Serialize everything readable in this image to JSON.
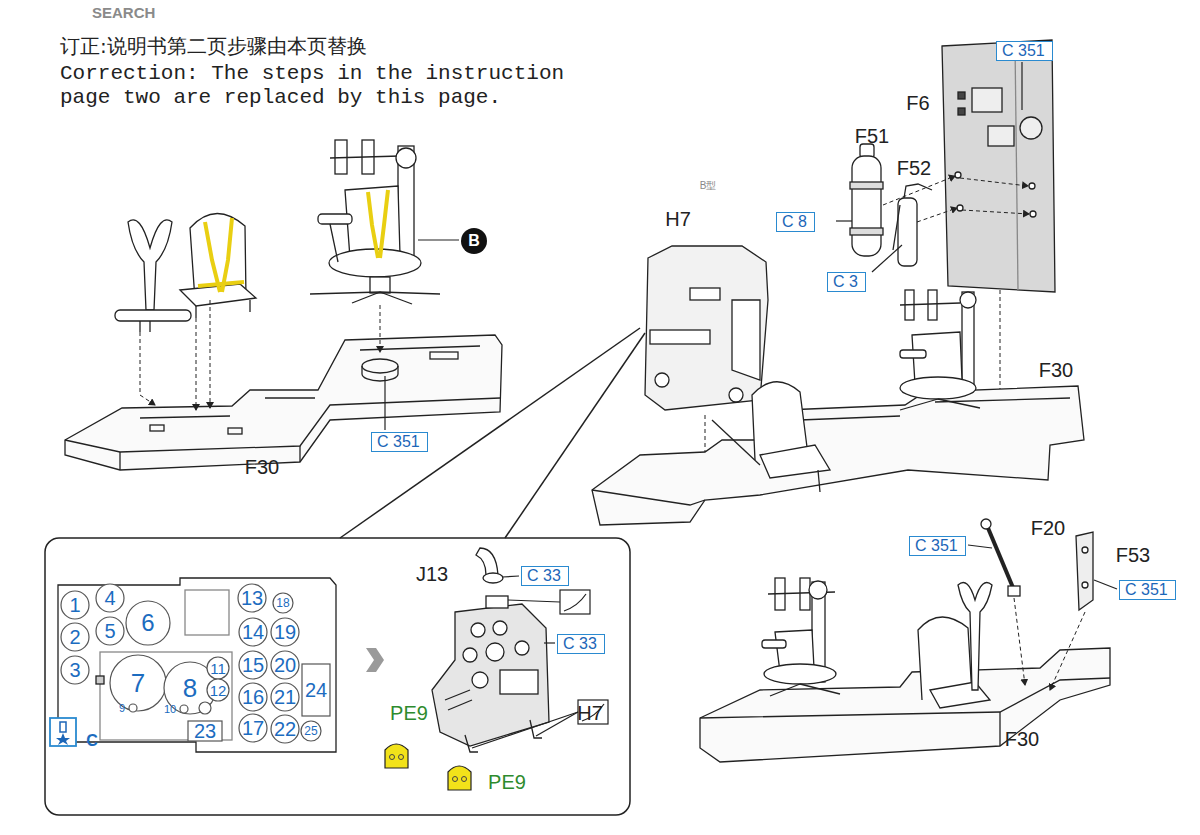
{
  "diagram": {
    "title": "订正:说明书第二页步骤由本页替换",
    "nodes": [
      {
        "text": [
          "C 351"
        ]
      },
      {
        "text": [
          "C 8"
        ]
      },
      {
        "text": [
          "C 3"
        ]
      },
      {
        "text": [
          "B"
        ]
      },
      {
        "text": [
          "C 351"
        ]
      },
      {
        "text": [
          "C 351"
        ]
      },
      {
        "text": [
          "C 351"
        ]
      },
      {
        "text": [
          "C 33"
        ]
      },
      {
        "text": [
          "C 33"
        ]
      }
    ],
    "labels": [
      "SEARCH",
      "Correction: The steps in the instruction page two are replaced by this page.",
      "F6",
      "F51",
      "F52",
      "B型",
      "H7",
      "F30",
      "F30",
      "F20",
      "F53",
      "J13",
      "F30",
      "1",
      "2",
      "3",
      "4",
      "5",
      "6",
      "7",
      "8",
      "9",
      "10",
      "11",
      "12",
      "13",
      "14",
      "15",
      "16",
      "17",
      "18",
      "19",
      "20",
      "21",
      "22",
      "23",
      "24",
      "25",
      "C",
      "H7",
      "PE9",
      "PE9"
    ]
  }
}
